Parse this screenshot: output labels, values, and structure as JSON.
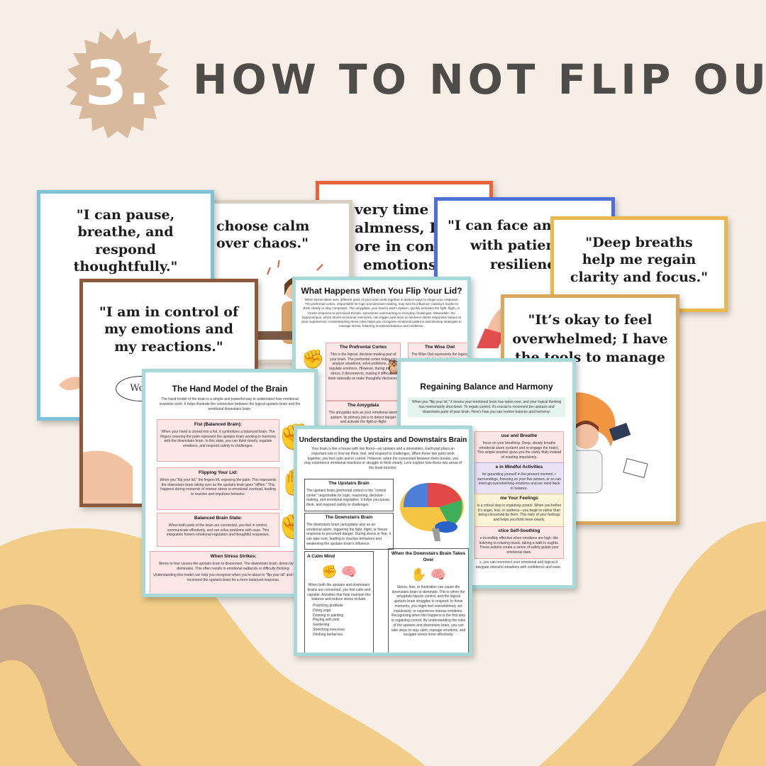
{
  "header": {
    "number": "3.",
    "title": "HOW TO NOT FLIP OUT"
  },
  "colors": {
    "background": "#f7efe7",
    "badge": "#d8b99b",
    "title_text": "#4f4c48",
    "wave_light": "#f2cd87",
    "wave_dark": "#c9a58a"
  },
  "cards": {
    "q1": "\"I can pause, breathe, and respond thoughtfully.\"",
    "q2": "choose calm over chaos.\"",
    "q3a": "very time I pr",
    "q3b": "almness, I bec",
    "q3c": "ore in control",
    "q3d": "emotions.\"",
    "q4a": "\"I can face any s",
    "q4b": "with patience",
    "q4c": "resilience",
    "q5": "\"Deep breaths help me regain clarity and focus.\"",
    "q6": "\"I am in control of my emotions and my reactions.\"",
    "q7a": "\"It’s okay to feel",
    "q7b": "overwhelmed; I have",
    "q7c": "the tools to manage",
    "q7d": "it.\"",
    "wow": "Wow"
  },
  "doc_flip": {
    "title": "What Happens When You Flip Your Lid?",
    "intro": "When stress takes over, different parts of your brain work together in distinct ways to shape your response. The prefrontal cortex, responsible for logic and decision-making, may lose its influence, making it harder to think clearly or stay composed. The amygdala, your brain's alarm system, quickly activates the fight, flight, or freeze response to perceived threats, sometimes overreacting to everyday challenges. Meanwhile, the hippocampus, which stores emotional memories, can trigger past fears or reinforce stress responses based on prior experiences. Understanding these roles helps you recognize emotional patterns and develop strategies to manage stress, fostering emotional balance and resilience.",
    "box1_title": "The Prefrontal Cortex",
    "box1_text": "This is the logical, decision-making part of your brain. The prefrontal cortex helps you analyze situations, solve problems, and regulate emotions. However, during intense stress, it disconnects, making it difficult to think rationally or make thoughtful decisions.",
    "box2_title": "The Wise Owl",
    "box2_text": "The Wise Owl represents the logical and rational part of the",
    "box3_title": "The Amygdala",
    "box3_text": "The amygdala acts as your emotional alarm system. Its primary job is to detect danger and activate the fight-or-flight"
  },
  "doc_hand": {
    "title": "The Hand Model of the Brain",
    "intro": "The hand model of the brain is a simple and powerful way to understand how emotional reactions work. It helps illustrate the connection between the logical upstairs brain and the emotional downstairs brain.",
    "s1_title": "Fist (Balanced Brain):",
    "s1_text": "When your hand is closed into a fist, it symbolizes a balanced brain. The fingers covering the palm represent the upstairs brain working in harmony with the downstairs brain. In this state, you can think clearly, regulate emotions, and respond calmly to challenges.",
    "s2_title": "Flipping Your Lid:",
    "s2_text": "When you \"flip your lid,\" the fingers lift, exposing the palm. This represents the downstairs brain taking over as the upstairs brain goes \"offline.\" This happens during moments of intense stress or emotional overload, leading to reactive and impulsive behavior.",
    "s3_title": "Balanced Brain State:",
    "s3_text": "When both parts of the brain are connected, you feel in control, communicate effectively, and can solve problems with ease. This integration fosters emotional regulation and thoughtful responses.",
    "s4_title": "When Stress Strikes:",
    "s4_text": "Stress or fear causes the upstairs brain to disconnect. The downstairs brain, driven by instincts, dominates. This often results in emotional outbursts or difficulty thinking.",
    "s4_text2": "Understanding this model can help you recognize when you're about to \"flip your lid\" and take steps to reconnect the upstairs brain for a more balanced response."
  },
  "doc_balance": {
    "title": "Regaining Balance and Harmony",
    "intro": "When you \"flip your lid,\" it means your emotional brain has taken over, and your logical thinking has momentarily shut down. To regain control, it's crucial to reconnect the upstairs and downstairs parts of your brain. Here's how you can restore balance and harmony:",
    "b1_title": "use and Breathe",
    "b1_text": "focus on your breathing. Deep, steady breaths emotional alarm system) and re-engage the brain). This simple practice gives you the clarity tfully instead of reacting impulsively.",
    "b2_title": "e in Mindful Activities",
    "b2_text": "for grounding yourself in the present moment. r surroundings, focusing on your five senses, or es can interrupt overwhelming emotions and our mind back to balance.",
    "b3_title": "me Your Feelings",
    "b3_text": "is a critical step in regaining control. When you hether it's anger, fear, or sadness—you begin to rather than being consumed by them. This nsity of your feelings and helps you think more clearly.",
    "b4_title": "ctice Self-Soothing",
    "b4_text": "e incredibly effective when emotions are high. like listening to relaxing music, taking a walk in oughts. These actions create a sense of safety gulate your emotional state.",
    "outro": "s, you can reconnect your emotional and logical d navigate stressful situations with confidence and ease."
  },
  "doc_upstairs": {
    "title": "Understanding the Upstairs and Downstairs Brain",
    "intro": "Your brain is like a house with two floors—an upstairs and a downstairs. Each part plays an important role in how we think, feel, and respond to challenges. When these two parts work together, you feel calm and in control. However, when the connection between them breaks, you may experience emotional reactions or struggle to think clearly. Let's explore how these two areas of the brain function.",
    "up_title": "The Upstairs Brain",
    "up_text": "The upstairs brain (prefrontal cortex) is the \"control center\" responsible for logic, reasoning, decision-making, and emotional regulation. It helps you pause, think, and respond calmly to challenges.",
    "down_title": "The Downstairs Brain",
    "down_text": "The downstairs brain (amygdala) acts as an emotional alarm, triggering the fight, flight, or freeze response to perceived danger. During stress or fear, it can take over, leading to reactive behaviors and weakening the upstairs brain's influence.",
    "calm_title": "A Calm Mind",
    "calm_text": "When both the upstairs and downstairs brains are connected, you feel calm and capable. Activities that help maintain this balance and reduce stress include:",
    "calm_list": [
      "Practicing gratitude",
      "Doing yoga",
      "Drawing or painting",
      "Playing with pets",
      "Gardening",
      "Stretching exercises",
      "Drinking herbal tea"
    ],
    "takeover_title": "When the Downstairs Brain Takes Over",
    "takeover_text": "Stress, fear, or frustration can cause the downstairs brain to dominate. This is when the amygdala hijacks control, and the logical upstairs brain struggles to respond. In these moments, you might feel overwhelmed, act impulsively, or experience intense emotions. Recognizing when this happens is the first step to regaining control. By understanding the roles of the upstairs and downstairs brain, you can take steps to stay calm, manage emotions, and navigate stress more effectively."
  }
}
